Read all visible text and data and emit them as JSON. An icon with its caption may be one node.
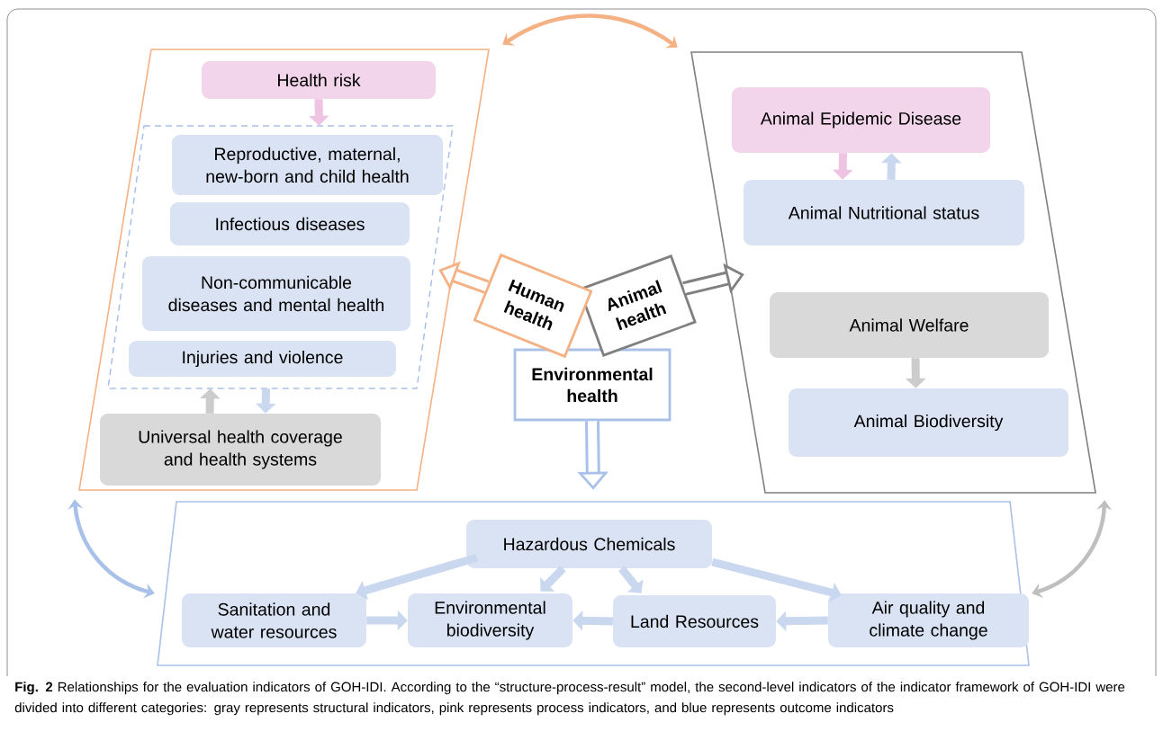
{
  "diagram": {
    "caption": "**Fig. 2** Relationships for the evaluation indicators of GOH-IDI. According to the “structure-process-result” model, the second-level indicators of the indicator framework of GOH-IDI were divided into different categories: gray represents structural indicators, pink represents process indicators, and blue represents outcome indicators",
    "nodes": [
      {
        "text": [],
        "shape": "parallelogram"
      },
      {
        "text": [
          "Health risk"
        ],
        "in": 0
      },
      {
        "text": [],
        "shape": "parallelogram",
        "in": 0
      },
      {
        "text": [
          "Reproductive, maternal, new-born and child health"
        ],
        "in": 2
      },
      {
        "text": [
          "Infectious diseases"
        ],
        "in": 2
      },
      {
        "text": [
          "Non-communicable diseases and mental health"
        ],
        "in": 2
      },
      {
        "text": [
          "Injuries and violence"
        ],
        "in": 2
      },
      {
        "text": [
          "Universal health coverage and health systems"
        ],
        "in": 0
      },
      {
        "text": [],
        "shape": "parallelogram"
      },
      {
        "text": [
          "Animal Epidemic Disease"
        ],
        "in": 8
      },
      {
        "text": [
          "Animal Nutritional status"
        ],
        "in": 8
      },
      {
        "text": [
          "Animal Welfare"
        ],
        "in": 8
      },
      {
        "text": [
          "Animal Biodiversity"
        ],
        "in": 8
      },
      {
        "text": [
          "Human health"
        ]
      },
      {
        "text": [
          "Animal health"
        ]
      },
      {
        "text": [
          "Environmental health"
        ]
      },
      {
        "text": [],
        "shape": "trapezoid"
      },
      {
        "text": [
          "Hazardous Chemicals"
        ],
        "in": 16
      },
      {
        "text": [
          "Sanitation and water resources"
        ],
        "in": 16
      },
      {
        "text": [
          "Environmental biodiversity"
        ],
        "in": 16
      },
      {
        "text": [
          "Land Resources"
        ],
        "in": 16
      },
      {
        "text": [
          "Air quality and climate change"
        ],
        "in": 16
      }
    ],
    "edges": [
      {
        "from": 1,
        "to": 2,
        "arrow": "to",
        "color": "#efc3e2"
      },
      {
        "from": 2,
        "to": 7,
        "arrow": "to"
      },
      {
        "from": 7,
        "to": 2,
        "arrow": "to",
        "color": "#cccccc"
      },
      {
        "from": 9,
        "to": 10,
        "arrow": "to",
        "color": "#efc3e2"
      },
      {
        "from": 10,
        "to": 9,
        "arrow": "to"
      },
      {
        "from": 11,
        "to": 12,
        "arrow": "to",
        "color": "#cccccc"
      },
      {
        "from": 13,
        "to": 0,
        "arrow": "to",
        "color": "#f4b183"
      },
      {
        "from": 14,
        "to": 8,
        "arrow": "to",
        "color": "#808080"
      },
      {
        "from": 15,
        "to": 16,
        "arrow": "to",
        "color": "#a9c1e8"
      },
      {
        "from": 17,
        "to": 18,
        "arrow": "to"
      },
      {
        "from": 17,
        "to": 19,
        "arrow": "to"
      },
      {
        "from": 17,
        "to": 20,
        "arrow": "to"
      },
      {
        "from": 17,
        "to": 21,
        "arrow": "to"
      },
      {
        "from": 18,
        "to": 19,
        "arrow": "to"
      },
      {
        "from": 20,
        "to": 19,
        "arrow": "to"
      },
      {
        "from": 21,
        "to": 20,
        "arrow": "to"
      },
      {
        "from": 0,
        "to": 8,
        "arrow": "both",
        "color": "#f4b183"
      },
      {
        "from": 0,
        "to": 16,
        "arrow": "both",
        "color": "#a9c1e8"
      },
      {
        "from": 8,
        "to": 16,
        "arrow": "both",
        "color": "#bfbfbf"
      }
    ]
  }
}
